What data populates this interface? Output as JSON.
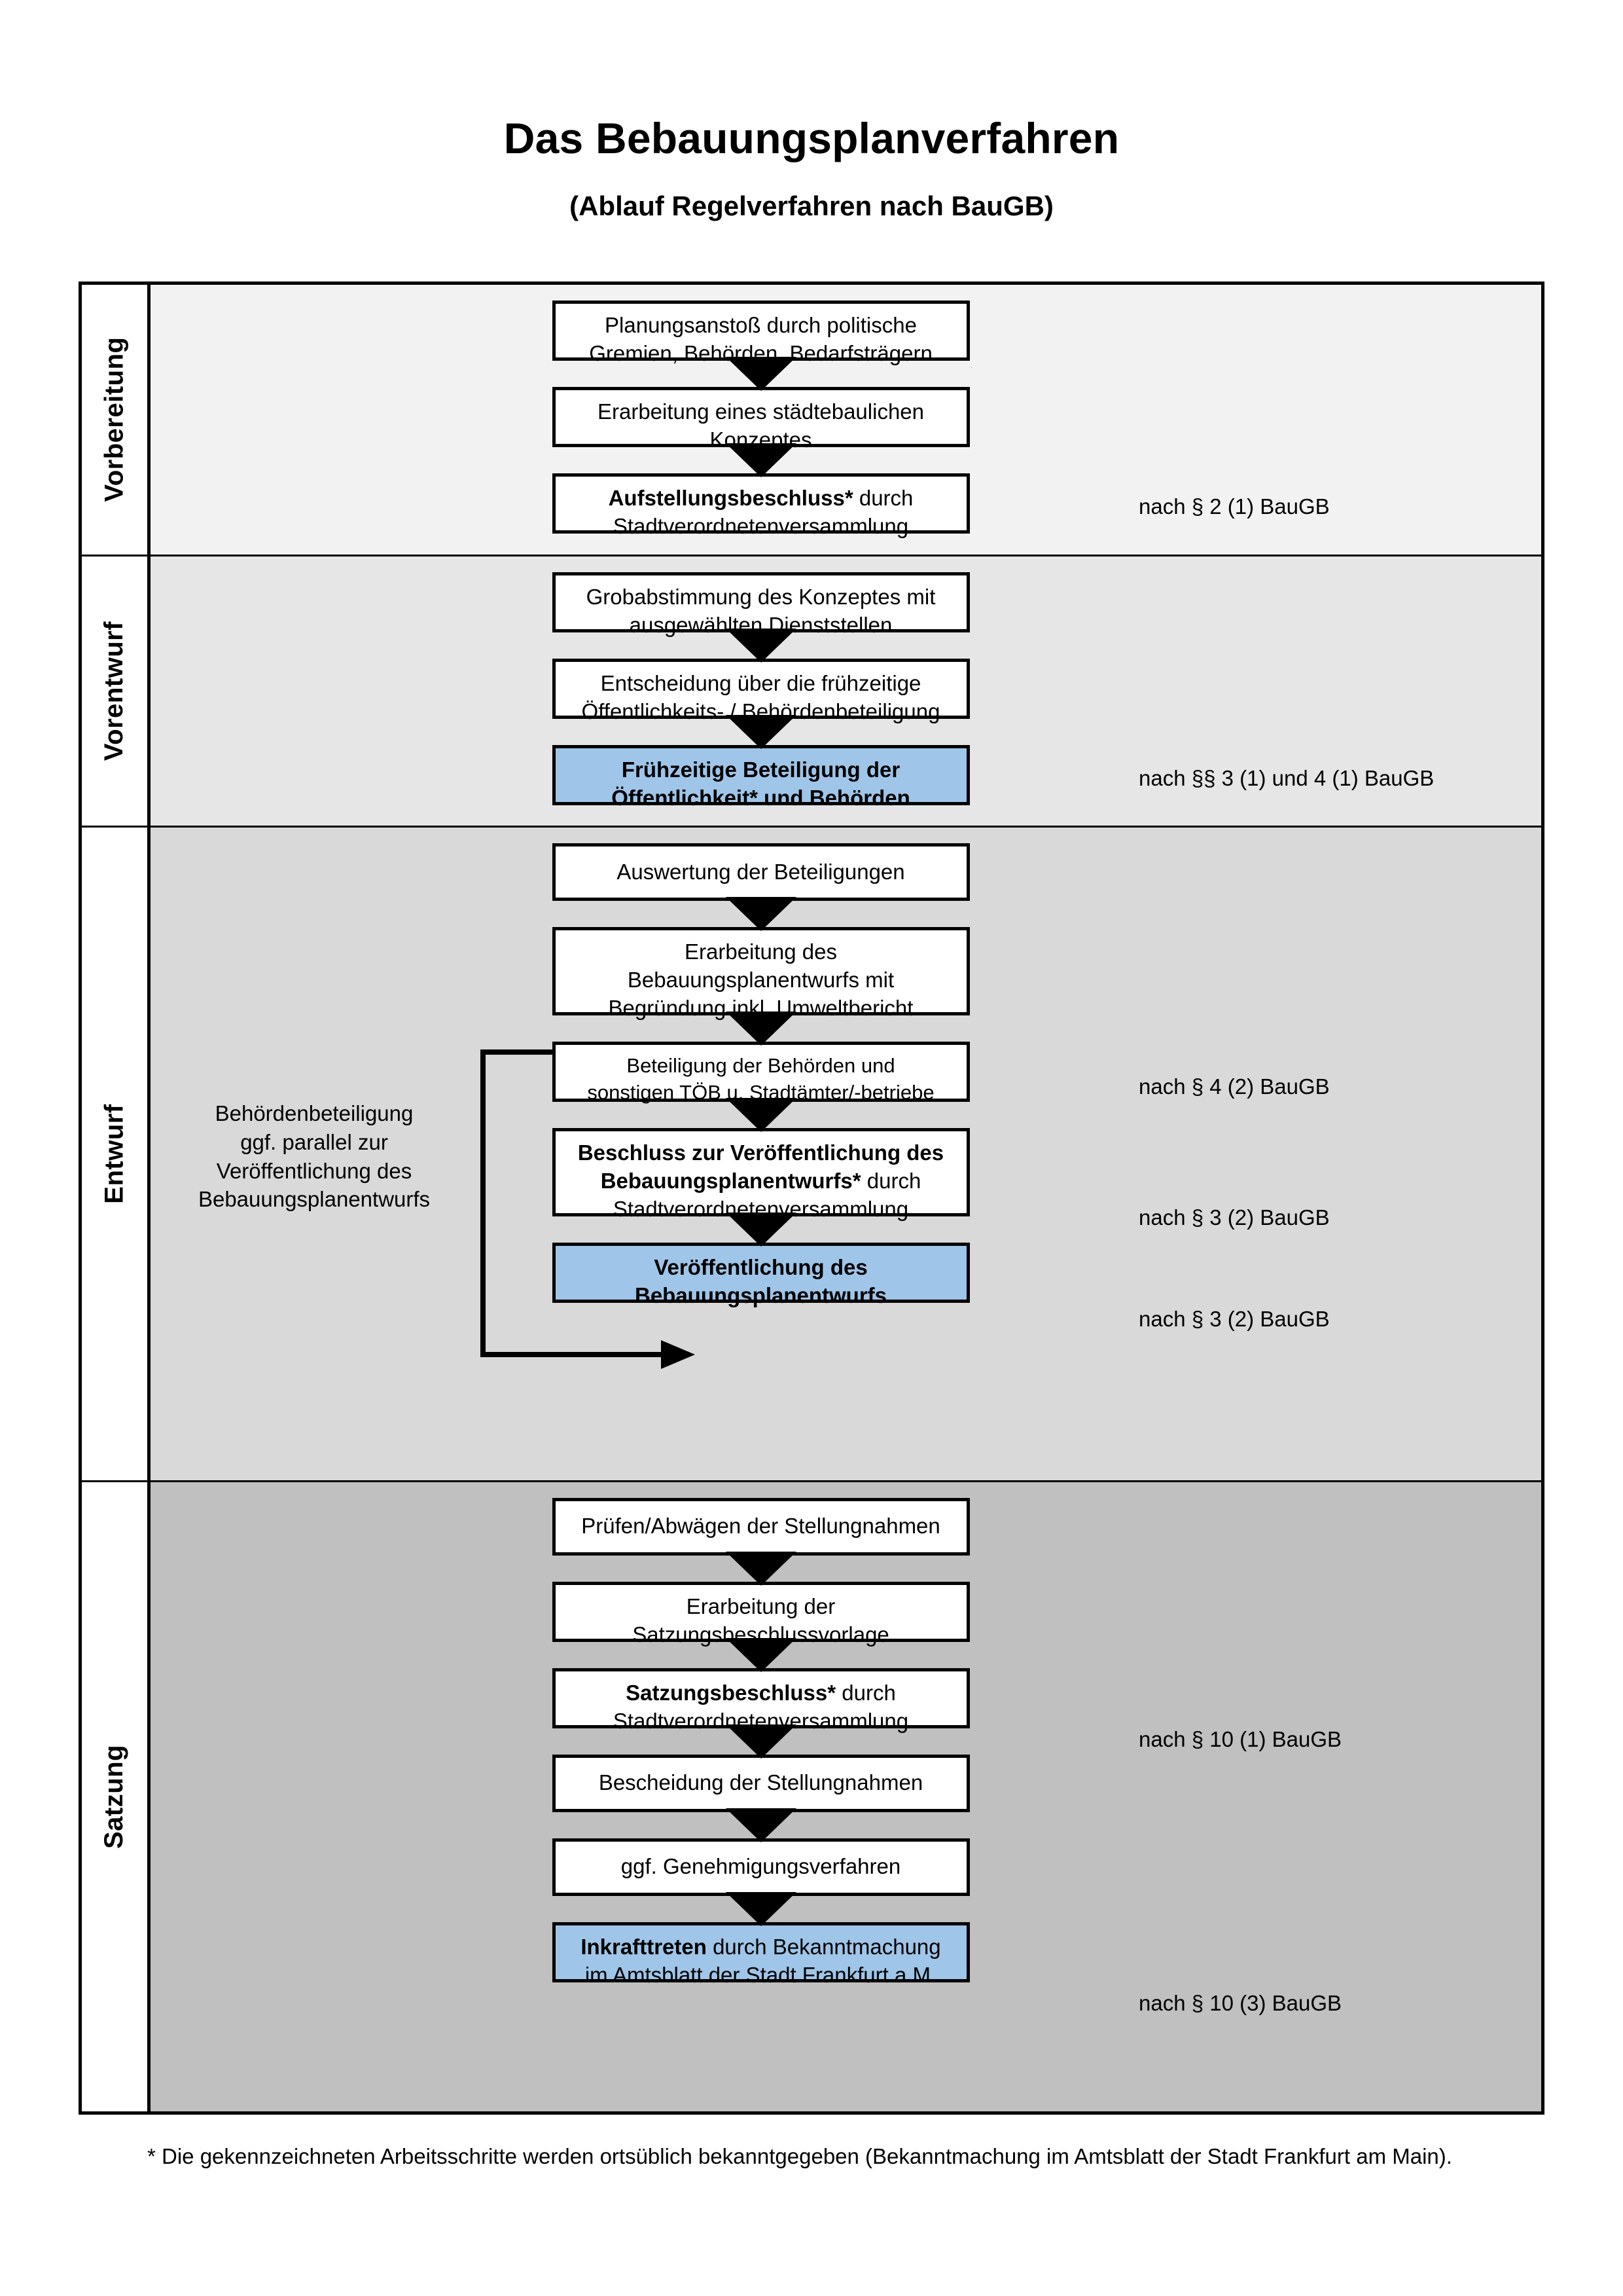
{
  "header": {
    "title": "Das Bebauungsplanverfahren",
    "subtitle": "(Ablauf Regelverfahren nach BauGB)"
  },
  "phases": [
    {
      "label": "Vorbereitung",
      "band_color": "#F2F2F2"
    },
    {
      "label": "Vorentwurf",
      "band_color": "#E6E6E6"
    },
    {
      "label": "Entwurf",
      "band_color": "#D9D9D9"
    },
    {
      "label": "Satzung",
      "band_color": "#C0C0C0"
    }
  ],
  "steps": {
    "s1_l1": "Planungsanstoß durch politische",
    "s1_l2": "Gremien, Behörden, Bedarfsträgern",
    "s2_l1": "Erarbeitung eines städtebaulichen",
    "s2_l2": "Konzeptes",
    "s3_b": "Aufstellungsbeschluss*",
    "s3_rest": " durch",
    "s3_l2": "Stadtverordnetenversammlung",
    "s4_l1": "Grobabstimmung des Konzeptes mit",
    "s4_l2": "ausgewählten Dienststellen",
    "s5_l1": "Entscheidung über die frühzeitige",
    "s5_l2": "Öffentlichkeits- / Behördenbeteiligung",
    "s6_l1": "Frühzeitige Beteiligung der",
    "s6_l2": "Öffentlichkeit* und Behörden",
    "s7_l1": "Auswertung der Beteiligungen",
    "s8_l1": "Erarbeitung des",
    "s8_l2": "Bebauungsplanentwurfs mit",
    "s8_l3": "Begründung inkl. Umweltbericht",
    "s9_l1": "Beteiligung der Behörden und",
    "s9_l2": "sonstigen TÖB u. Stadtämter/-betriebe",
    "s10_l1": "Beschluss zur Veröffentlichung des",
    "s10_b": "Bebauungsplanentwurfs*",
    "s10_rest": " durch",
    "s10_l3": "Stadtverordnetenversammlung",
    "s11_l1": "Veröffentlichung des",
    "s11_l2": "Bebauungsplanentwurfs",
    "s12_l1": "Prüfen/Abwägen der Stellungnahmen",
    "s13_l1": "Erarbeitung der",
    "s13_l2": "Satzungsbeschlussvorlage",
    "s14_b": "Satzungsbeschluss*",
    "s14_rest": " durch",
    "s14_l2": "Stadtverordnetenversammlung",
    "s15_l1": "Bescheidung der Stellungnahmen",
    "s16_l1": "ggf. Genehmigungsverfahren",
    "s17_b": "Inkrafttreten",
    "s17_rest": " durch Bekanntmachung",
    "s17_l2": "im Amtsblatt der Stadt Frankfurt a.M."
  },
  "annotations": {
    "a_2_1": "nach § 2 (1) BauGB",
    "a_3_1_4_1": "nach §§ 3 (1) und 4 (1) BauGB",
    "a_4_2": "nach § 4 (2) BauGB",
    "a_3_2_a": "nach § 3 (2) BauGB",
    "a_3_2_b": "nach § 3 (2) BauGB",
    "a_10_1": "nach § 10 (1) BauGB",
    "a_10_3": "nach § 10 (3) BauGB"
  },
  "parallel_note": {
    "l1": "Behördenbeteiligung",
    "l2": "ggf. parallel zur",
    "l3": "Veröffentlichung des",
    "l4": "Bebauungsplanentwurfs"
  },
  "footnote": {
    "text": "* Die gekennzeichneten Arbeitsschritte werden ortsüblich bekanntgegeben (Bekanntmachung im Amtsblatt  der Stadt Frankfurt am Main)."
  },
  "colors": {
    "highlight_blue": "#9FC5E8",
    "frame_black": "#000000"
  }
}
